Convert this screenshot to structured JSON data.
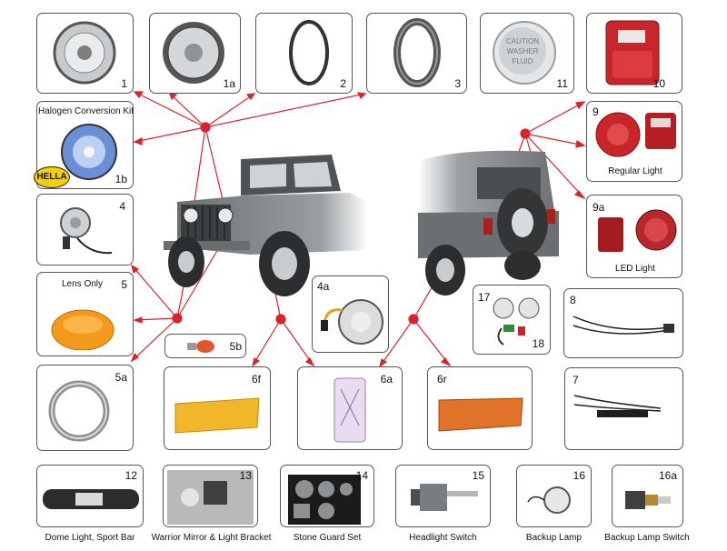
{
  "colors": {
    "callout": "#d8242a",
    "box_border": "#555555"
  },
  "parts": {
    "p1": {
      "num": "1"
    },
    "p1a": {
      "num": "1a"
    },
    "p2": {
      "num": "2"
    },
    "p3": {
      "num": "3"
    },
    "p11": {
      "num": "11",
      "lens_text": [
        "CAUTION",
        "WASHER",
        "FLUID"
      ]
    },
    "p10": {
      "num": "10"
    },
    "p1b": {
      "num": "1b",
      "caption": "Halogen Conversion Kit",
      "brand": "HELLA"
    },
    "p9": {
      "num": "9",
      "caption": "Regular Light"
    },
    "p4": {
      "num": "4"
    },
    "p9a": {
      "num": "9a",
      "caption": "LED Light"
    },
    "p5": {
      "num": "5",
      "caption": "Lens Only"
    },
    "p4a": {
      "num": "4a"
    },
    "p1718": {
      "num_a": "17",
      "num_b": "18"
    },
    "p8": {
      "num": "8"
    },
    "p5b": {
      "num": "5b"
    },
    "p5a": {
      "num": "5a"
    },
    "p6f": {
      "num": "6f"
    },
    "p6a": {
      "num": "6a"
    },
    "p6r": {
      "num": "6r"
    },
    "p7": {
      "num": "7"
    },
    "p12": {
      "num": "12",
      "caption": "Dome Light, Sport Bar"
    },
    "p13": {
      "num": "13",
      "caption": "Warrior Mirror & Light Bracket"
    },
    "p14": {
      "num": "14",
      "caption": "Stone Guard Set"
    },
    "p15": {
      "num": "15",
      "caption": "Headlight Switch"
    },
    "p16": {
      "num": "16",
      "caption": "Backup Lamp"
    },
    "p16a": {
      "num": "16a",
      "caption": "Backup Lamp Switch"
    }
  }
}
